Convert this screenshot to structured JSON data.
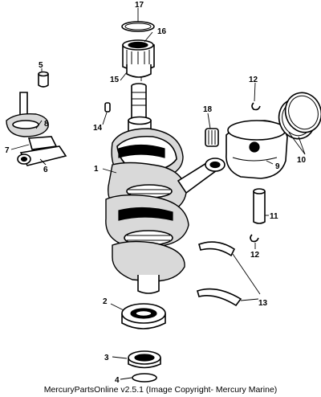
{
  "callouts": {
    "c1": "1",
    "c2": "2",
    "c3": "3",
    "c4": "4",
    "c5": "5",
    "c6": "6",
    "c7": "7",
    "c8": "8",
    "c9": "9",
    "c10": "10",
    "c11": "11",
    "c12a": "12",
    "c12b": "12",
    "c13": "13",
    "c14": "14",
    "c15": "15",
    "c16": "16",
    "c17": "17",
    "c18": "18"
  },
  "footer": {
    "caption": "MercuryPartsOnline v2.5.1 (Image Copyright- Mercury Marine)"
  }
}
